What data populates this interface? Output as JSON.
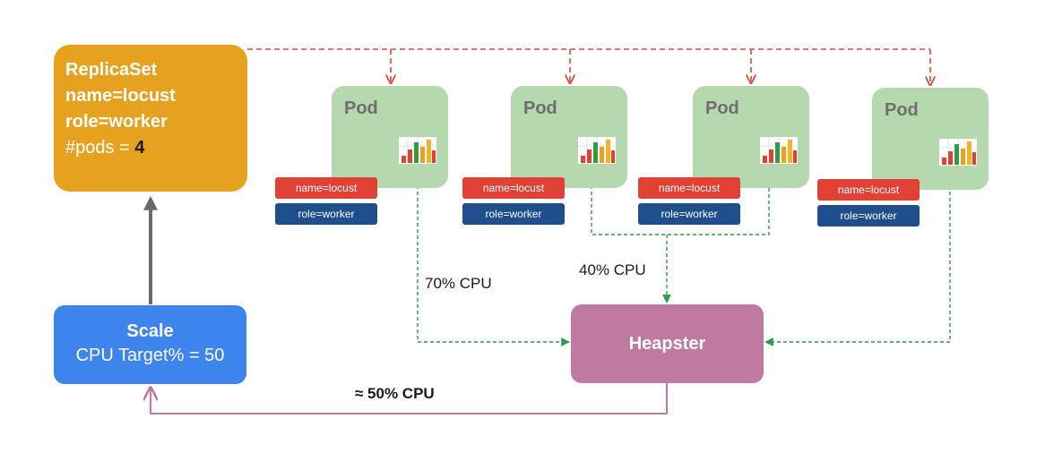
{
  "replicaset": {
    "title": "ReplicaSet",
    "name": "name=locust",
    "role": "role=worker",
    "pods_prefix": "#pods = ",
    "pods_count": "4"
  },
  "scale": {
    "title": "Scale",
    "target": "CPU Target% = 50"
  },
  "heapster": {
    "title": "Heapster"
  },
  "pods": [
    {
      "label": "Pod",
      "tag_name": "name=locust",
      "tag_role": "role=worker"
    },
    {
      "label": "Pod",
      "tag_name": "name=locust",
      "tag_role": "role=worker"
    },
    {
      "label": "Pod",
      "tag_name": "name=locust",
      "tag_role": "role=worker"
    },
    {
      "label": "Pod",
      "tag_name": "name=locust",
      "tag_role": "role=worker"
    }
  ],
  "flows": {
    "pod1_cpu": "70% CPU",
    "pods23_cpu": "40% CPU",
    "scale_cpu": "≈ 50% CPU"
  },
  "colors": {
    "replicaset": "#e6a11e",
    "scale": "#3d84ec",
    "heapster": "#c0799f",
    "pod": "#b6d8ae",
    "tag_name": "#df4135",
    "tag_role": "#1e4e8c",
    "control_line": "#d24b3b",
    "metric_line": "#2f9a4a",
    "feedback_line": "#c0799f",
    "owner_arrow": "#6a6a6a"
  }
}
